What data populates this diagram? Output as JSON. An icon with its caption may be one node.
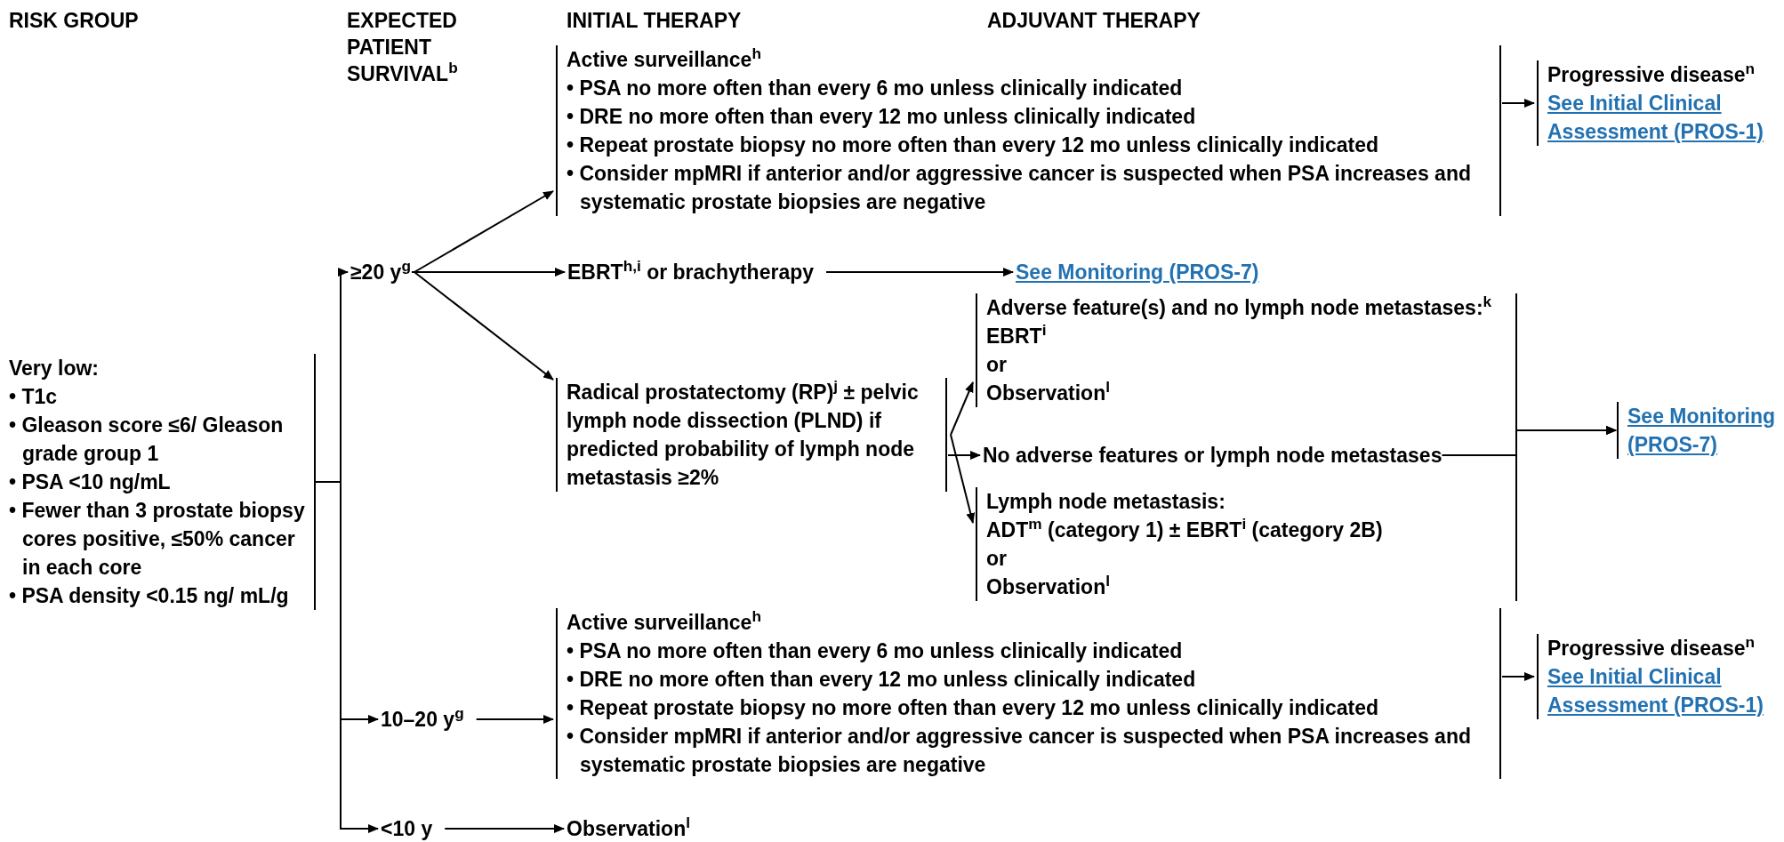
{
  "diagram": {
    "nodes": [
      {
        "text": [
          "Very low:",
          "• T1c",
          "• Gleason score ≤6/ Gleason grade group 1",
          "• PSA <10 ng/mL",
          "• Fewer than 3 prostate biopsy cores positive, ≤50% cancer in each core",
          "• PSA density <0.15 ng/ mL/g"
        ]
      },
      {
        "text": [
          "≥20 y$^{g}$"
        ]
      },
      {
        "text": [
          "EBRT$^{h,i}$ or brachytherapy"
        ]
      },
      {
        "text": [
          "See Monitoring (PROS-7)"
        ]
      },
      {
        "text": [
          "Active surveillance$^{h}$",
          "• PSA no more often than every 6 mo unless clinically indicated",
          "• DRE no more often than every 12 mo unless clinically indicated",
          "• Repeat prostate biopsy no more often than every 12 mo unless clinically indicated",
          "• Consider mpMRI if anterior and/or aggressive cancer is suspected when PSA increases and systematic prostate biopsies are negative"
        ]
      },
      {
        "text": [
          "Progressive disease$^{n}$",
          "See Initial Clinical Assessment (PROS-1)"
        ]
      },
      {
        "text": [
          "Radical prostatectomy (RP)$^{j}$ ± pelvic lymph node dissection (PLND) if predicted probability of lymph node metastasis ≥2%"
        ]
      },
      {
        "text": [
          "Adverse feature(s) and no lymph node metastases:$^{k}$",
          "EBRT$^{i}$",
          "or",
          "Observation$^{l}$"
        ]
      },
      {
        "text": [
          "No adverse features or lymph node metastases"
        ]
      },
      {
        "text": [
          "Lymph node metastasis:",
          "ADT$^{m}$ (category 1) ± EBRT$^{i}$ (category 2B)",
          "or",
          "Observation$^{l}$"
        ]
      },
      {
        "text": [
          "See Monitoring (PROS-7)"
        ]
      },
      {
        "text": [
          "10–20 y$^{g}$"
        ]
      },
      {
        "text": [
          "Active surveillance$^{h}$",
          "• PSA no more often than every 6 mo unless clinically indicated",
          "• DRE no more often than every 12 mo unless clinically indicated",
          "• Repeat prostate biopsy no more often than every 12 mo unless clinically indicated",
          "• Consider mpMRI if anterior and/or aggressive cancer is suspected when PSA increases and systematic prostate biopsies are negative"
        ]
      },
      {
        "text": [
          "Progressive disease$^{n}$",
          "See Initial Clinical Assessment (PROS-1)"
        ]
      },
      {
        "text": [
          "<10 y"
        ]
      },
      {
        "text": [
          "Observation$^{l}$"
        ]
      }
    ],
    "edges": [
      {
        "from": 0,
        "to": 1,
        "arrow": "to"
      },
      {
        "from": 0,
        "to": 11,
        "arrow": "to"
      },
      {
        "from": 0,
        "to": 14,
        "arrow": "to"
      },
      {
        "from": 1,
        "to": 4,
        "arrow": "to"
      },
      {
        "from": 1,
        "to": 2,
        "arrow": "to"
      },
      {
        "from": 1,
        "to": 6,
        "arrow": "to"
      },
      {
        "from": 2,
        "to": 3,
        "arrow": "to"
      },
      {
        "from": 4,
        "to": 5,
        "arrow": "to"
      },
      {
        "from": 6,
        "to": 7,
        "arrow": "to"
      },
      {
        "from": 6,
        "to": 8,
        "arrow": "to"
      },
      {
        "from": 6,
        "to": 9,
        "arrow": "to"
      },
      {
        "from": 7,
        "to": 10,
        "arrow": "to"
      },
      {
        "from": 8,
        "to": 10,
        "arrow": "to"
      },
      {
        "from": 9,
        "to": 10,
        "arrow": "to"
      },
      {
        "from": 11,
        "to": 12,
        "arrow": "to"
      },
      {
        "from": 12,
        "to": 13,
        "arrow": "to"
      },
      {
        "from": 14,
        "to": 15,
        "arrow": "to"
      }
    ],
    "labels": [
      "RISK GROUP",
      "EXPECTED PATIENT SURVIVAL$^{b}$",
      "INITIAL THERAPY",
      "ADJUVANT THERAPY"
    ]
  }
}
